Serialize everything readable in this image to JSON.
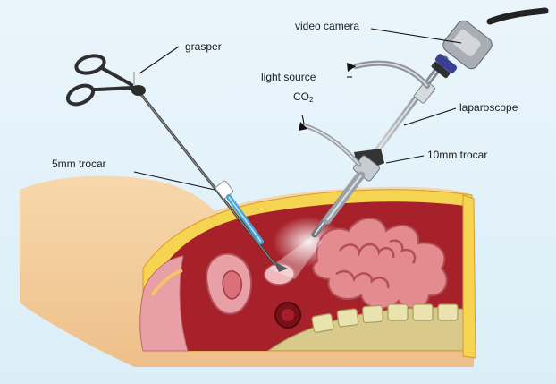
{
  "labels": {
    "grasper": "grasper",
    "video_camera": "video camera",
    "light_source": "light source",
    "co2_base": "CO",
    "co2_sub": "2",
    "laparoscope": "laparoscope",
    "trocar_5mm": "5mm trocar",
    "trocar_10mm": "10mm trocar"
  },
  "colors": {
    "background": "#e3f1f8",
    "skin": "#f4cf9e",
    "fat": "#f5d451",
    "cavity": "#a6212a",
    "organ": "#e48b8f",
    "spine": "#e9e3b0",
    "instrument": "#8a9199",
    "camera_band": "#3a3f93",
    "trocar_5mm": "#4aa3d8"
  }
}
